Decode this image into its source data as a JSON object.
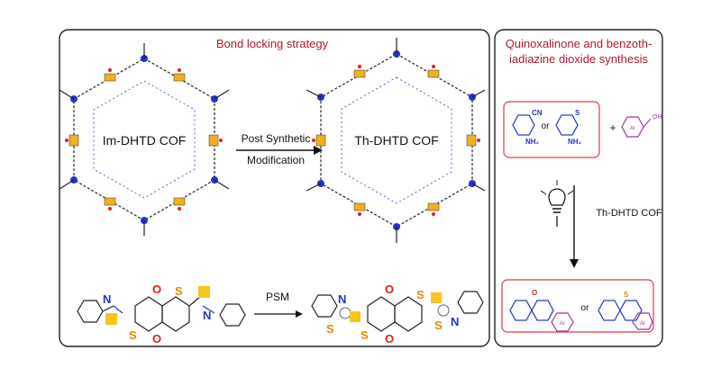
{
  "left_panel": {
    "title": "Bond locking strategy",
    "cof_start_label": "Im-DHTD COF",
    "cof_end_label": "Th-DHTD COF",
    "arrow_label_line1": "Post Synthetic",
    "arrow_label_line2": "Modification",
    "psm_label": "PSM"
  },
  "right_panel": {
    "title_line1": "Quinoxalinone and benzoth-",
    "title_line2": "iadiazine dioxide synthesis",
    "reagent_or": "or",
    "plus": "+",
    "catalyst_label": "Th-DHTD COF",
    "product_or": "or",
    "reagent_labels": {
      "cn": "CN",
      "nh2": "NH₂",
      "so2": "S",
      "oh": "OH",
      "ar": "Ar"
    }
  },
  "colors": {
    "title_red": "#b2182b",
    "box_red": "#e0394a",
    "nitrogen_blue": "#2233cc",
    "sulfur_orange": "#e08a00",
    "oxygen_red": "#e01e1e",
    "highlight_yellow": "#f7c51e",
    "ar_purple": "#a0359a"
  },
  "icons": {
    "lamp": "light-bulb-icon"
  }
}
